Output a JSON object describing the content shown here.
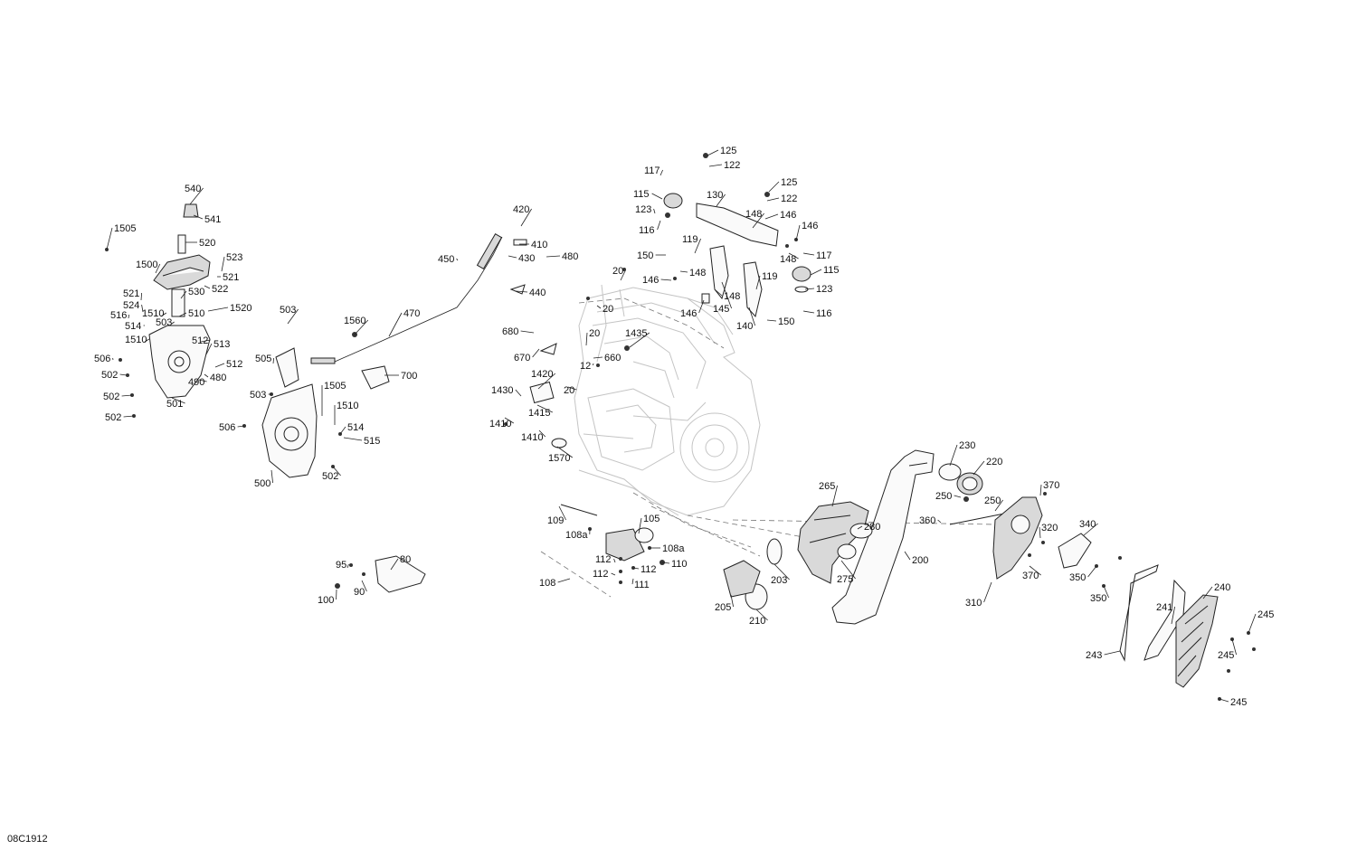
{
  "drawing_code": "08C1912",
  "callouts": [
    "1505",
    "540",
    "541",
    "520",
    "523",
    "1500",
    "521",
    "522",
    "530",
    "521",
    "524",
    "1510",
    "516",
    "510",
    "1520",
    "514",
    "503",
    "1510",
    "512",
    "513",
    "506",
    "512",
    "502",
    "490",
    "480",
    "502",
    "501",
    "502",
    "503",
    "505",
    "1505",
    "503",
    "1510",
    "506",
    "514",
    "515",
    "500",
    "502",
    "420",
    "410",
    "450",
    "430",
    "480",
    "440",
    "1560",
    "470",
    "700",
    "680",
    "670",
    "1435",
    "660",
    "20",
    "20",
    "20",
    "12",
    "1420",
    "1430",
    "20",
    "1415",
    "1410",
    "1410",
    "1570",
    "125",
    "122",
    "117",
    "115",
    "130",
    "125",
    "122",
    "123",
    "148",
    "146",
    "116",
    "146",
    "119",
    "150",
    "148",
    "117",
    "148",
    "115",
    "146",
    "119",
    "123",
    "148",
    "146",
    "145",
    "140",
    "150",
    "116",
    "109",
    "105",
    "108a",
    "108a",
    "112",
    "112",
    "112",
    "110",
    "111",
    "108",
    "95",
    "80",
    "90",
    "100",
    "230",
    "220",
    "265",
    "250",
    "250",
    "370",
    "280",
    "360",
    "340",
    "200",
    "320",
    "203",
    "275",
    "370",
    "350",
    "205",
    "310",
    "210",
    "350",
    "240",
    "241",
    "245",
    "243",
    "245",
    "245"
  ]
}
